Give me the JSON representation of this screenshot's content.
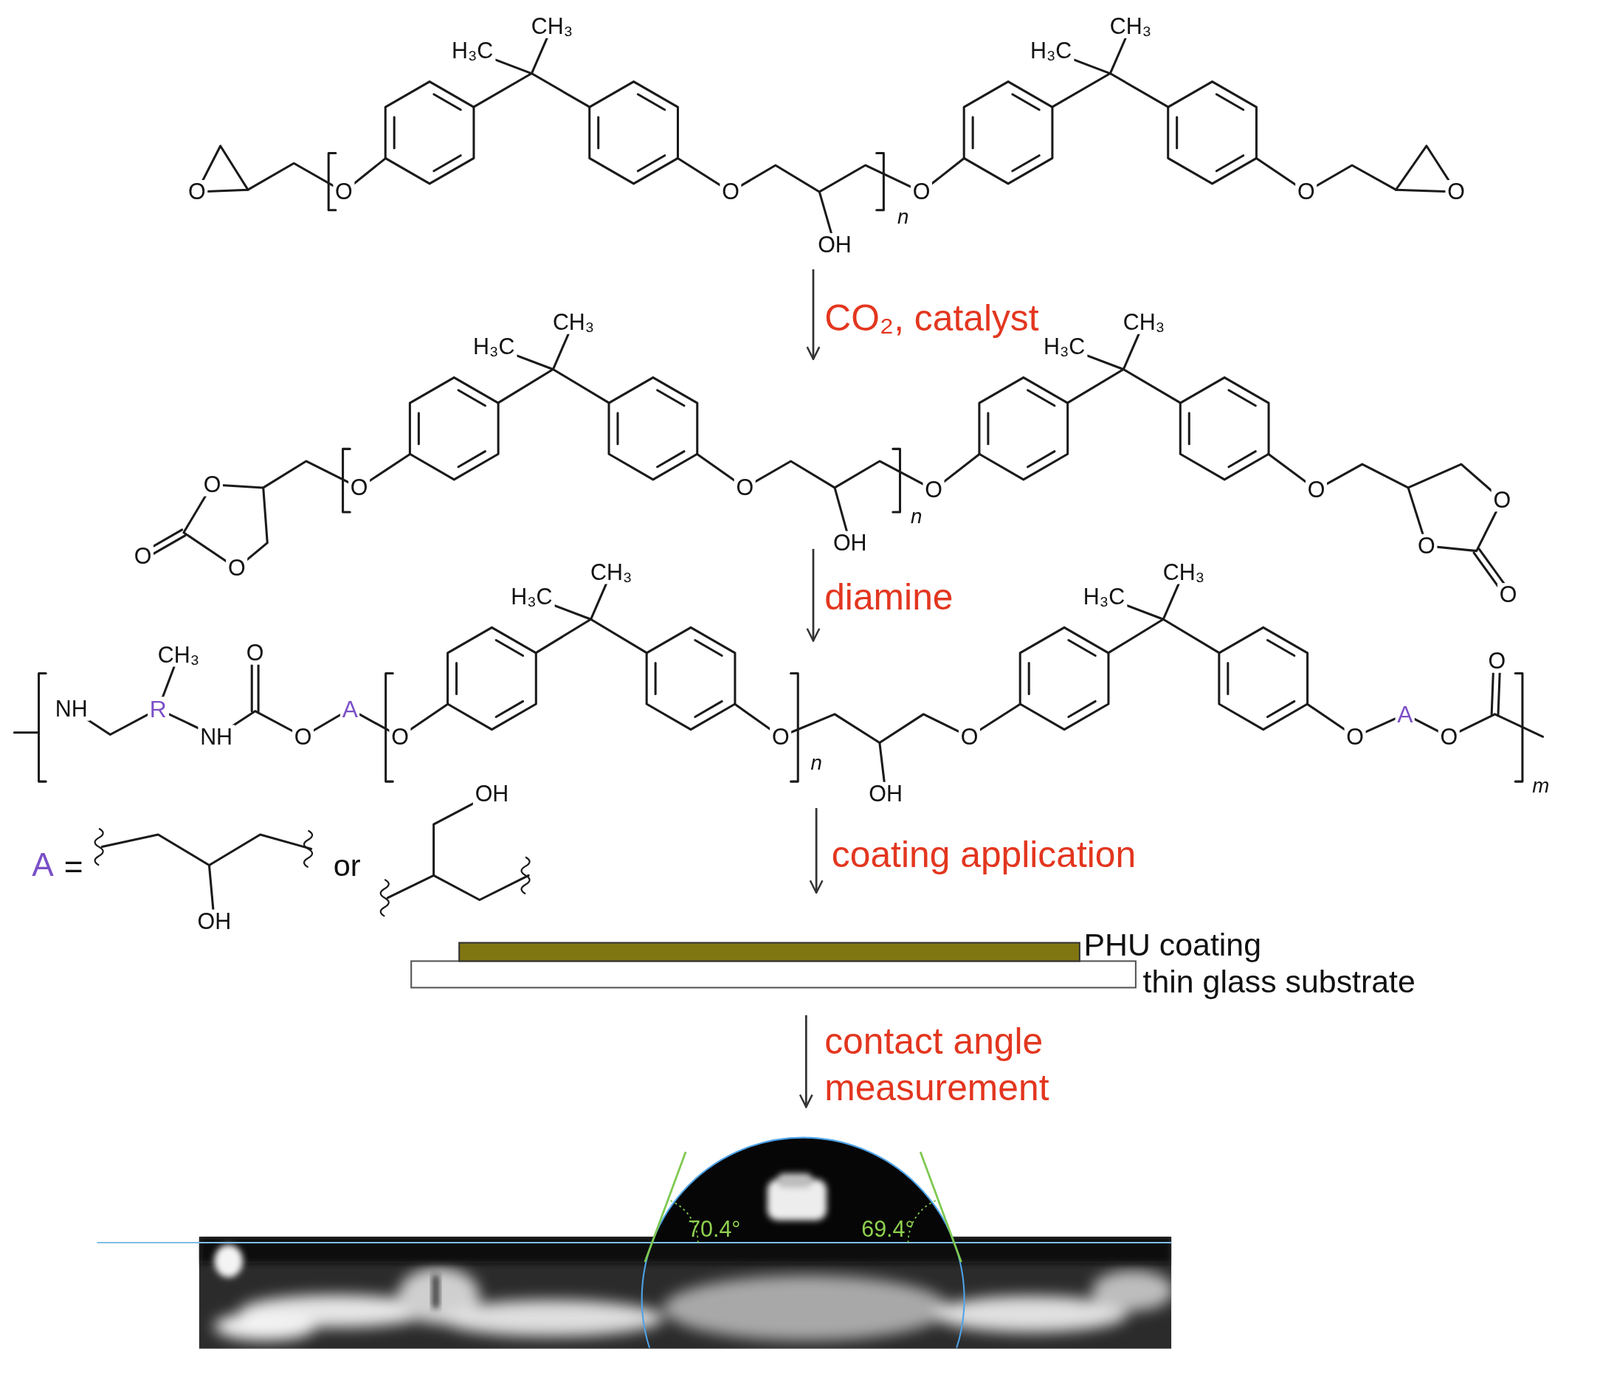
{
  "diagram": {
    "labels": [
      "CH₃",
      "H₃C",
      "O",
      "O",
      "O",
      "OH",
      "n",
      "O",
      "CH₃",
      "H₃C",
      "O",
      "O",
      "CO₂, catalyst",
      "CH₃",
      "H₃C",
      "CH₃",
      "H₃C",
      "O",
      "O",
      "O",
      "O",
      "O",
      "OH",
      "n",
      "O",
      "O",
      "O",
      "O",
      "O",
      "diamine",
      "CH₃",
      "CH₃",
      "H₃C",
      "H₃C",
      "CH₃",
      "O",
      "O",
      "NH",
      "R",
      "A",
      "NH",
      "O",
      "O",
      "O",
      "n",
      "O",
      "O",
      "A",
      "O",
      "m",
      "OH",
      "OH",
      "coating application",
      "A",
      "=",
      "or",
      "OH",
      "PHU coating",
      "thin glass substrate",
      "contact angle measurement",
      "70.4°",
      "69.4°"
    ]
  }
}
